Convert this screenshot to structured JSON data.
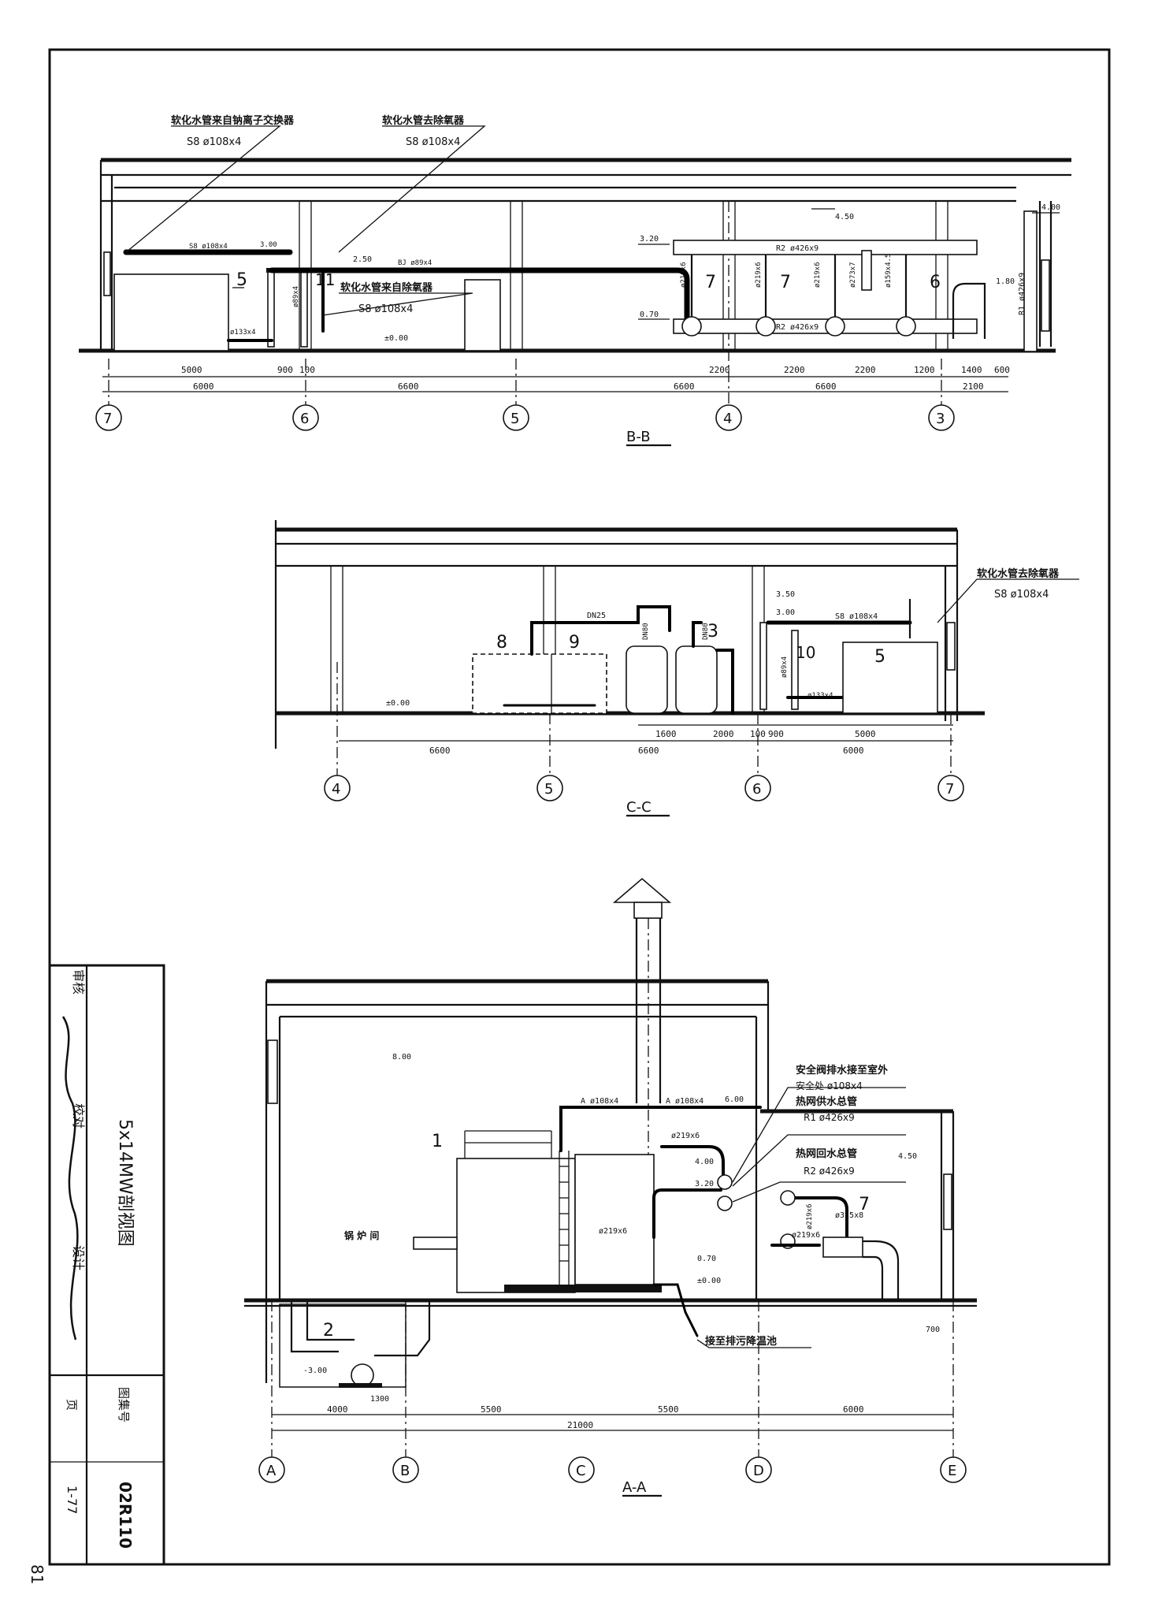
{
  "bb": {
    "title": "B-B",
    "callout_ion": {
      "line1": "软化水管来自钠离子交换器",
      "line2": "S8  ø108x4"
    },
    "callout_deaerator_to": {
      "line1": "软化水管去除氧器",
      "line2": "S8  ø108x4"
    },
    "callout_deaerator_from": {
      "line1": "软化水管来自除氧器",
      "line2": "S8  ø108x4"
    },
    "pipe_s8": "S8  ø108x4",
    "elev_300": "3.00",
    "elev_250": "2.50",
    "pipe_bj": "BJ  ø89x4",
    "elev_450": "4.50",
    "elev_400": "4.00",
    "elev_320": "3.20",
    "r2_top": "R2  ø426x9",
    "r2_bottom": "R2  ø426x9",
    "elev_070": "0.70",
    "elev_180": "1.80",
    "elev_000": "±0.00",
    "r1": "R1  ø426x9",
    "pipe_133": "ø133x4",
    "pipe_89": "ø89x4",
    "pipe_219a": "ø219x6",
    "pipe_219b": "ø219x6",
    "pipe_219c": "ø219x6",
    "pipe_273": "ø273x7",
    "pipe_159": "ø159x4.5",
    "tag_5": "5",
    "tag_11": "11",
    "tag_7a": "7",
    "tag_7b": "7",
    "tag_6": "6",
    "dims_upper": [
      "5000",
      "900",
      "100",
      "2200",
      "2200",
      "2200",
      "1200",
      "1400",
      "600"
    ],
    "dims_lower": [
      "6000",
      "6600",
      "6600",
      "6600",
      "2100"
    ],
    "axes": [
      "7",
      "6",
      "5",
      "4",
      "3"
    ]
  },
  "cc": {
    "title": "C-C",
    "callout": {
      "line1": "软化水管去除氧器",
      "line2": "S8  ø108x4"
    },
    "dn25": "DN25",
    "dn80a": "DN80",
    "dn80b": "DN80",
    "elev_350": "3.50",
    "elev_300": "3.00",
    "s8": "S8  ø108x4",
    "pipe_89": "ø89x4",
    "pipe_133": "ø133x4",
    "elev_000": "±0.00",
    "tag_8": "8",
    "tag_9": "9",
    "tag_3": "3",
    "tag_10": "10",
    "tag_5": "5",
    "dims_upper": [
      "1600",
      "2000",
      "100",
      "900",
      "5000"
    ],
    "dims_lower": [
      "6600",
      "6600",
      "6000"
    ],
    "axes": [
      "4",
      "5",
      "6",
      "7"
    ]
  },
  "aa": {
    "title": "A-A",
    "elev_800": "8.00",
    "room": "锅 炉 间",
    "safety_title": "安全阀排水接至室外",
    "safety_pipe": "安全处   ø108x4",
    "supply_title": "热网供水总管",
    "supply_pipe": "R1   ø426x9",
    "return_title": "热网回水总管",
    "return_pipe": "R2   ø426x9",
    "drain": "接至排污降温池",
    "a108a": "A   ø108x4",
    "a108b": "A   ø108x4",
    "elev_600": "6.00",
    "elev_400": "4.00",
    "elev_320": "3.20",
    "elev_450": "4.50",
    "elev_070": "0.70",
    "elev_000": "±0.00",
    "elev_m300": "-3.00",
    "pipe_219a": "ø219x6",
    "pipe_219b": "ø219x6",
    "pipe_219c": "ø219x6",
    "pipe_219d": "ø219x6",
    "pipe_325": "ø325x8",
    "tag_1": "1",
    "tag_2": "2",
    "tag_7": "7",
    "dim_700": "700",
    "dim_1300": "1300",
    "dims_upper": [
      "4000",
      "5500",
      "5500",
      "6000"
    ],
    "dim_total": "21000",
    "axes": [
      "A",
      "B",
      "C",
      "D",
      "E"
    ]
  },
  "title_block": {
    "drawing_title": "5x14MW剖视图",
    "review": "审核",
    "check": "校对",
    "design": "设计",
    "atlas_label": "图集号",
    "atlas_no": "02R110",
    "page_label": "页",
    "page_no": "1-77"
  },
  "page_number": "81"
}
